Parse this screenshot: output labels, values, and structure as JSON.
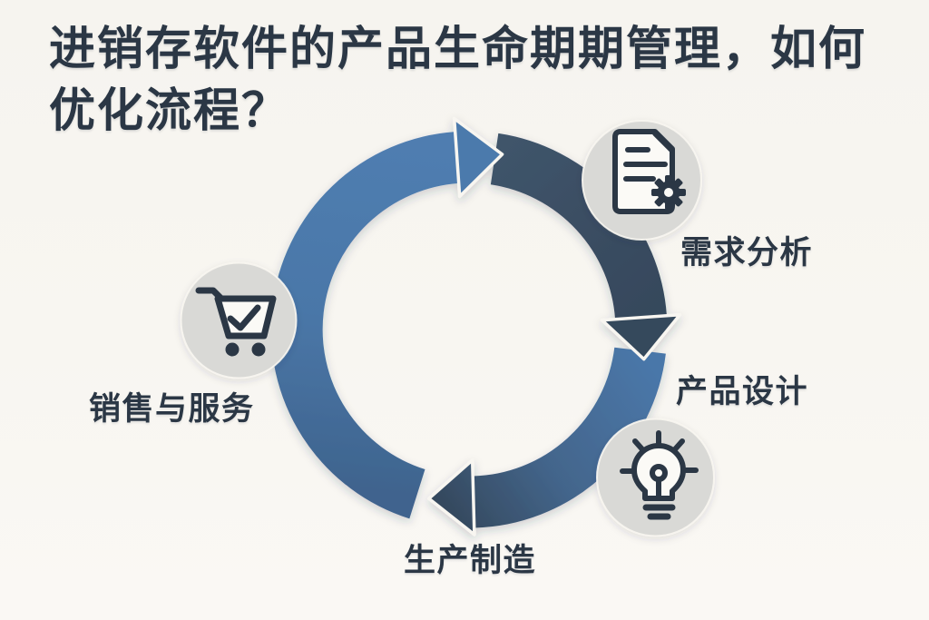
{
  "title": {
    "text": "进销存软件的产品生命期期管理，如何\n优化流程？"
  },
  "cycle": {
    "direction": "clockwise",
    "stages": [
      {
        "id": "requirements",
        "label": "需求分析",
        "icon": "document-gear-icon"
      },
      {
        "id": "design",
        "label": "产品设计",
        "icon": "lightbulb-icon"
      },
      {
        "id": "manufacturing",
        "label": "生产制造",
        "icon": ""
      },
      {
        "id": "sales-service",
        "label": "销售与服务",
        "icon": "cart-check-icon"
      }
    ]
  },
  "colors": {
    "background": "#f6f4ef",
    "arc_blue": "#4a77a8",
    "arc_dark": "#3a4c5f",
    "icon_circle": "#d9d9d6",
    "icon_paper": "#fbfaf6",
    "ink": "#2b3745"
  }
}
